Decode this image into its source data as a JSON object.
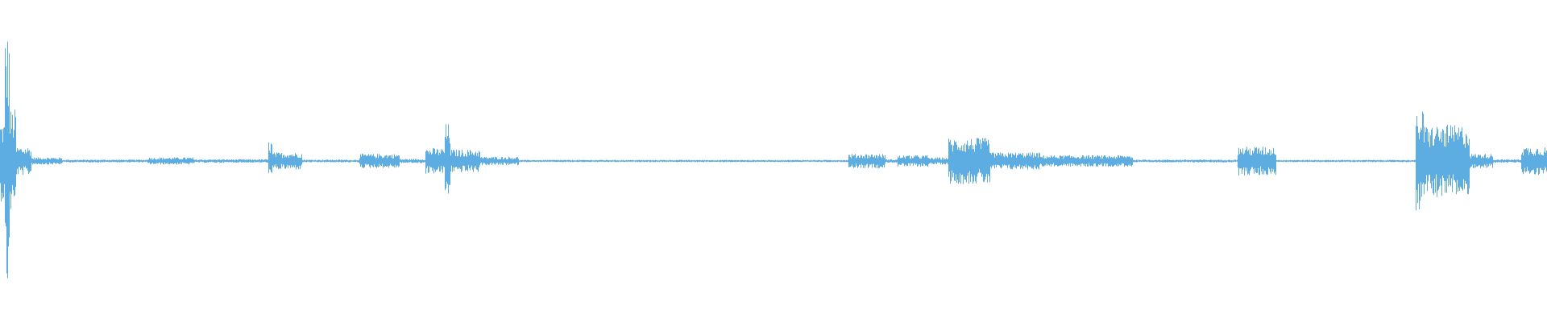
{
  "waveform": {
    "color": "#5DADE2",
    "background": "#ffffff",
    "duration_fraction_note": "",
    "segments": [
      {
        "start": 0.0,
        "end": 0.003,
        "amp": 0.28
      },
      {
        "start": 0.003,
        "end": 0.006,
        "amp": 0.9
      },
      {
        "start": 0.006,
        "end": 0.01,
        "amp": 0.36
      },
      {
        "start": 0.01,
        "end": 0.02,
        "amp": 0.1
      },
      {
        "start": 0.02,
        "end": 0.04,
        "amp": 0.025
      },
      {
        "start": 0.04,
        "end": 0.095,
        "amp": 0.01
      },
      {
        "start": 0.095,
        "end": 0.125,
        "amp": 0.025
      },
      {
        "start": 0.125,
        "end": 0.173,
        "amp": 0.012
      },
      {
        "start": 0.173,
        "end": 0.176,
        "amp": 0.14
      },
      {
        "start": 0.176,
        "end": 0.195,
        "amp": 0.06
      },
      {
        "start": 0.195,
        "end": 0.232,
        "amp": 0.01
      },
      {
        "start": 0.232,
        "end": 0.258,
        "amp": 0.05
      },
      {
        "start": 0.258,
        "end": 0.275,
        "amp": 0.015
      },
      {
        "start": 0.275,
        "end": 0.287,
        "amp": 0.09
      },
      {
        "start": 0.287,
        "end": 0.291,
        "amp": 0.26
      },
      {
        "start": 0.291,
        "end": 0.31,
        "amp": 0.08
      },
      {
        "start": 0.31,
        "end": 0.335,
        "amp": 0.03
      },
      {
        "start": 0.335,
        "end": 0.548,
        "amp": 0.008
      },
      {
        "start": 0.548,
        "end": 0.572,
        "amp": 0.05
      },
      {
        "start": 0.572,
        "end": 0.58,
        "amp": 0.012
      },
      {
        "start": 0.58,
        "end": 0.6,
        "amp": 0.04
      },
      {
        "start": 0.6,
        "end": 0.613,
        "amp": 0.025
      },
      {
        "start": 0.613,
        "end": 0.64,
        "amp": 0.16
      },
      {
        "start": 0.64,
        "end": 0.672,
        "amp": 0.06
      },
      {
        "start": 0.672,
        "end": 0.732,
        "amp": 0.04
      },
      {
        "start": 0.732,
        "end": 0.8,
        "amp": 0.01
      },
      {
        "start": 0.8,
        "end": 0.825,
        "amp": 0.1
      },
      {
        "start": 0.825,
        "end": 0.915,
        "amp": 0.008
      },
      {
        "start": 0.915,
        "end": 0.92,
        "amp": 0.35
      },
      {
        "start": 0.92,
        "end": 0.95,
        "amp": 0.25
      },
      {
        "start": 0.95,
        "end": 0.965,
        "amp": 0.05
      },
      {
        "start": 0.965,
        "end": 0.983,
        "amp": 0.012
      },
      {
        "start": 0.983,
        "end": 1.0,
        "amp": 0.1
      }
    ]
  }
}
